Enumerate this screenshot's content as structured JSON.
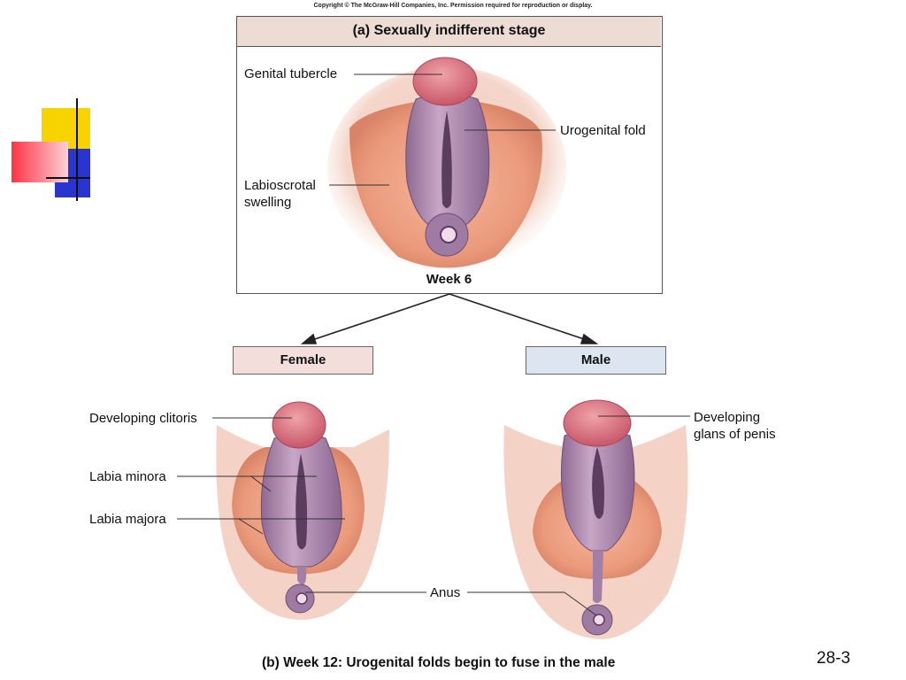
{
  "copyright": "Copyright © The McGraw-Hill Companies, Inc. Permission required for reproduction or display.",
  "panel_a": {
    "title": "(a) Sexually indifferent stage",
    "labels": {
      "genital_tubercle": "Genital tubercle",
      "urogenital_fold": "Urogenital fold",
      "labioscrotal_line1": "Labioscrotal",
      "labioscrotal_line2": "swelling"
    },
    "week": "Week 6"
  },
  "branches": {
    "female": "Female",
    "male": "Male"
  },
  "panel_b": {
    "labels": {
      "developing_clitoris": "Developing clitoris",
      "labia_minora": "Labia minora",
      "labia_majora": "Labia majora",
      "anus": "Anus",
      "glans_line1": "Developing",
      "glans_line2": "glans of penis"
    },
    "caption": "(b) Week 12: Urogenital folds begin to fuse in the male"
  },
  "slide_number": "28-3",
  "colors": {
    "panel_header": "#ecdcd3",
    "female_box": "#f3dedc",
    "male_box": "#dde6f0",
    "skin": "#f2c8b8",
    "swelling": "#eea184",
    "fold": "#a47fa5",
    "tubercle": "#d9707d",
    "deco_yellow": "#f7d400",
    "deco_blue": "#2a35d0",
    "deco_red": "#ff3344"
  }
}
